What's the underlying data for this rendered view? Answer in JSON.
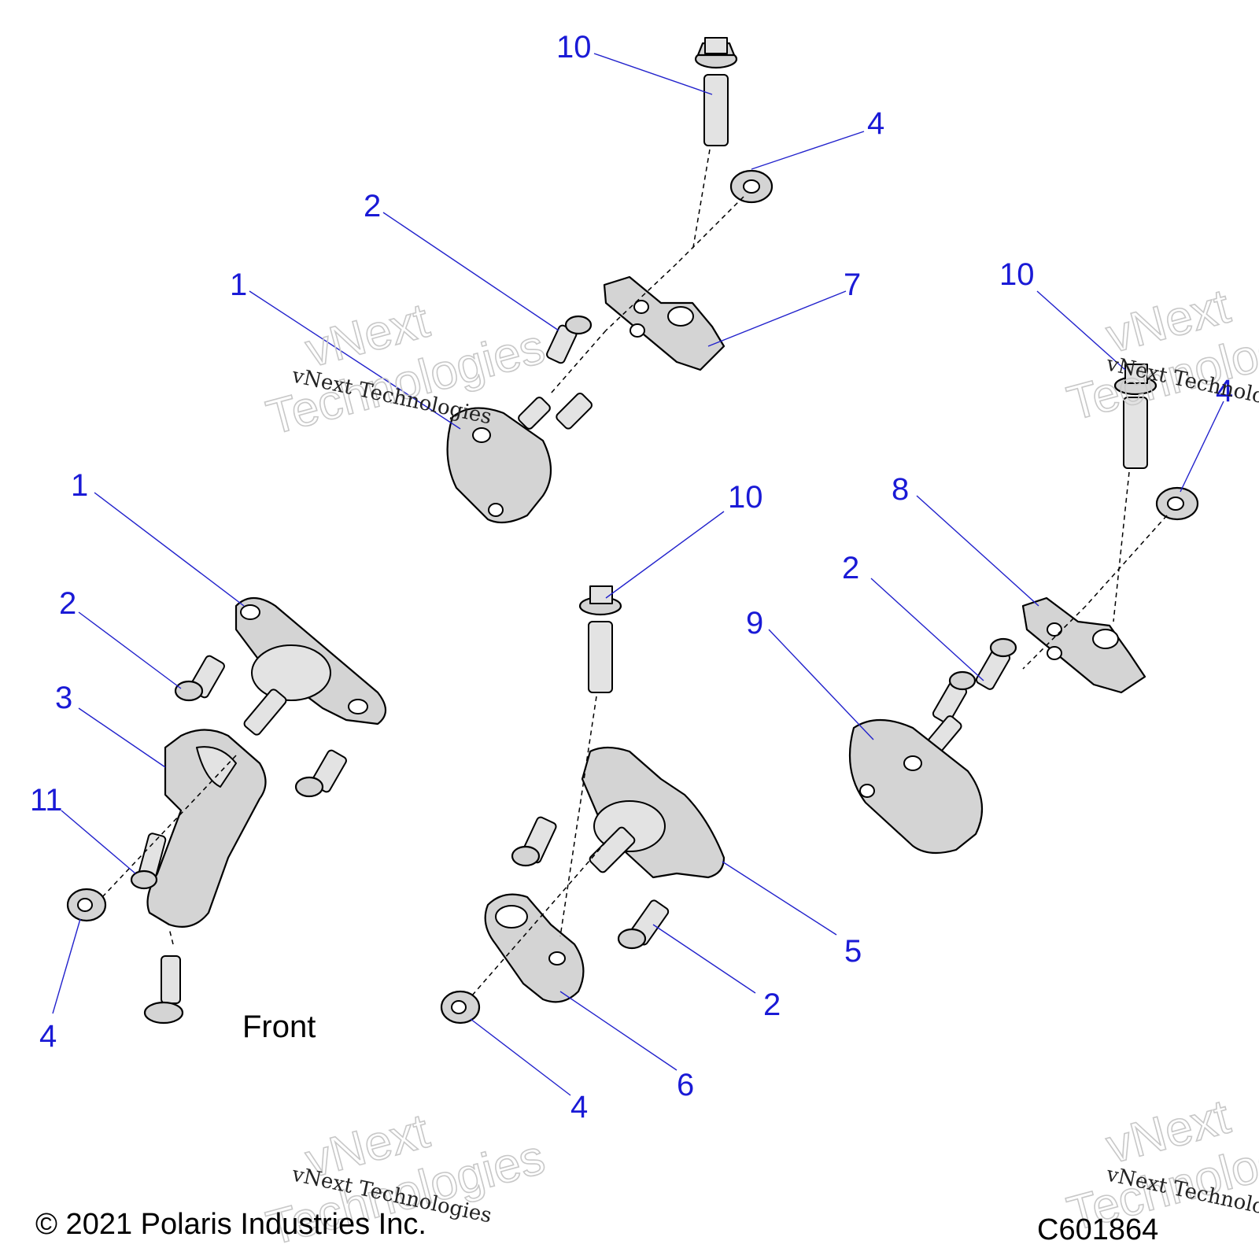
{
  "callouts": [
    "10",
    "4",
    "2",
    "1",
    "7",
    "10",
    "1",
    "10",
    "8",
    "2",
    "9",
    "2",
    "3",
    "11",
    "4",
    "5",
    "2",
    "6",
    "4",
    "4"
  ],
  "labels": {
    "front": "Front"
  },
  "footer": {
    "copyright": "© 2021 Polaris Industries Inc.",
    "diagram_id": "C601864"
  },
  "watermark": {
    "line1": "vNext Technologies",
    "outline1": "vNext",
    "outline2": "Technologies"
  },
  "colors": {
    "callout": "#1a1ad6",
    "part_fill": "#d4d4d4"
  }
}
